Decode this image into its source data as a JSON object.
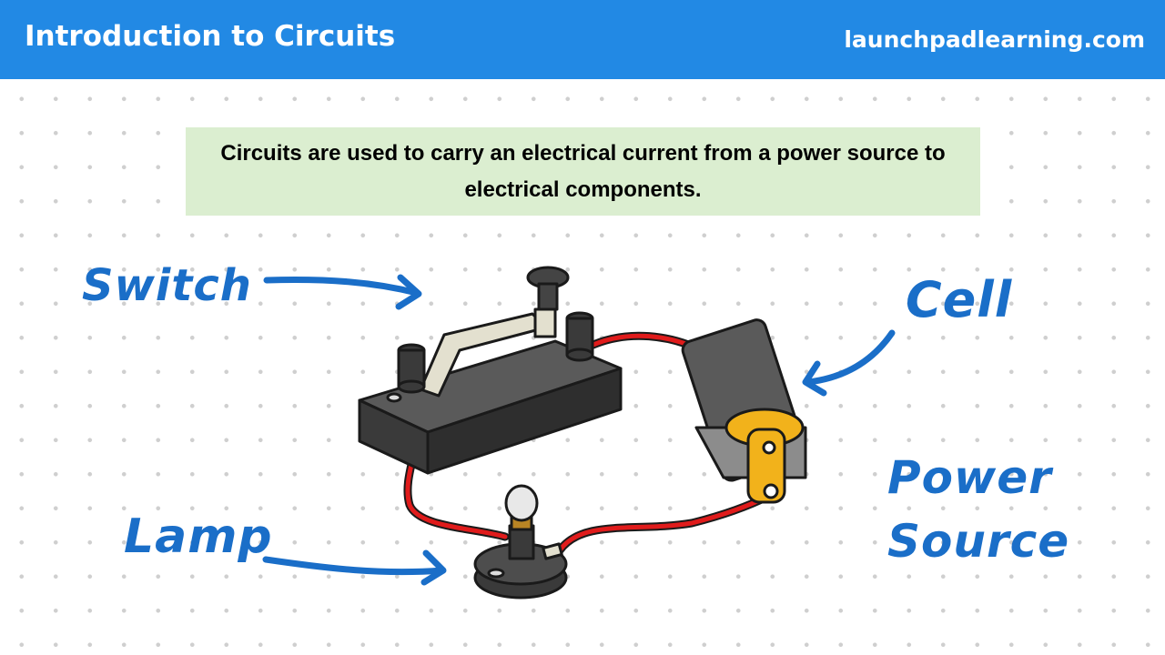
{
  "header": {
    "title": "Introduction to Circuits",
    "site": "launchpadlearning.com"
  },
  "callout": {
    "text": "Circuits are used to carry an electrical current from a power source to electrical components."
  },
  "labels": {
    "switch": "Switch",
    "cell": "Cell",
    "lamp": "Lamp",
    "power_source_line1": "Power",
    "power_source_line2": "Source"
  },
  "colors": {
    "header": "#2289e4",
    "callout_bg": "#dbeed0",
    "label": "#1a6ec8",
    "wire": "#e01b1b",
    "base": "#4d4d4d"
  },
  "icons": [
    "switch-illustration",
    "cell-illustration",
    "lamp-illustration",
    "wire",
    "arrow"
  ]
}
